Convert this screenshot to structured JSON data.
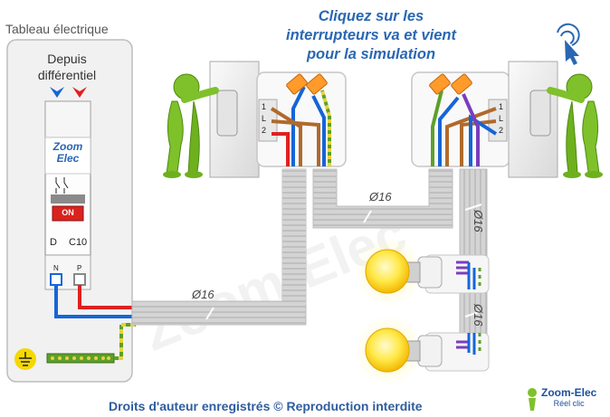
{
  "panel": {
    "title": "Tableau électrique",
    "source_line1": "Depuis",
    "source_line2": "différentiel"
  },
  "instruction": {
    "line1": "Cliquez sur les",
    "line2": "interrupteurs va et vient",
    "line3": "pour la simulation"
  },
  "breaker": {
    "brand_line1": "Zoom",
    "brand_line2": "Elec",
    "on_label": "ON",
    "curve": "D",
    "rating": "C10",
    "terminal_n": "N",
    "terminal_p": "P"
  },
  "conduits": {
    "main": "Ø16",
    "between_switches": "Ø16",
    "to_lamp1": "Ø16",
    "to_lamp2": "Ø16"
  },
  "switch_left": {
    "t1": "1",
    "tl": "L",
    "t2": "2"
  },
  "switch_right": {
    "t1": "1",
    "tl": "L",
    "t2": "2"
  },
  "footer": {
    "copyright": "Droits d'auteur enregistrés © Reproduction interdite"
  },
  "logo": {
    "line1": "Zoom-Elec",
    "line2": "Réel clic"
  },
  "watermark": "Zoom-Elec",
  "colors": {
    "accent_text": "#2a67b3",
    "neutral": "#1565d8",
    "phase": "#e02020",
    "earth_green": "#5ca02b",
    "earth_yellow": "#e8d23a",
    "return_brown": "#b06a2c"
  }
}
